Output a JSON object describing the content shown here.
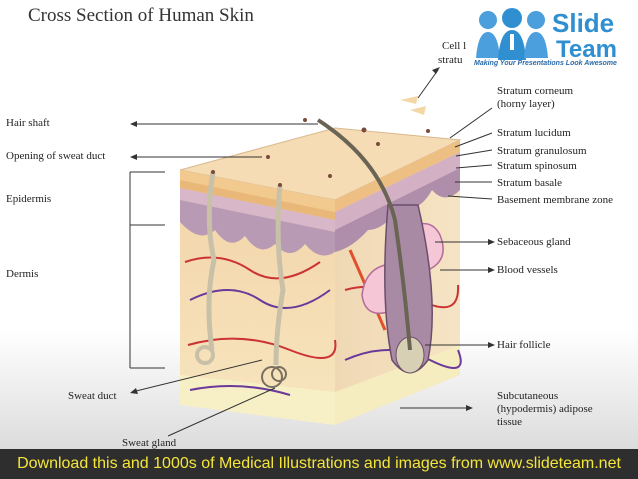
{
  "title": "Cross Section of Human Skin",
  "logo": {
    "line1": "Slide",
    "line2": "Team",
    "tagline": "Making Your Presentations Look Awesome"
  },
  "labels_left": {
    "hair_shaft": "Hair shaft",
    "sweat_duct_opening": "Opening of sweat duct",
    "epidermis": "Epidermis",
    "dermis": "Dermis",
    "sweat_duct": "Sweat duct",
    "sweat_gland": "Sweat gland"
  },
  "labels_right": {
    "cell_line1": "Cell l",
    "cell_line2": "stratu",
    "stratum_corneum_1": "Stratum corneum",
    "stratum_corneum_2": "(horny layer)",
    "stratum_lucidum": "Stratum lucidum",
    "stratum_granulosum": "Stratum granulosum",
    "stratum_spinosum": "Stratum spinosum",
    "stratum_basale": "Stratum basale",
    "basement_membrane": "Basement membrane zone",
    "sebaceous_gland": "Sebaceous gland",
    "blood_vessels": "Blood vessels",
    "hair_follicle": "Hair follicle",
    "subcutaneous_1": "Subcutaneous",
    "subcutaneous_2": "(hypodermis) adipose",
    "subcutaneous_3": "tissue"
  },
  "banner": "Download this and 1000s of Medical Illustrations and images from www.slideteam.net",
  "colors": {
    "banner_bg": "#2e2e2e",
    "banner_text": "#f5e63b",
    "brand_blue": "#2f8fd1"
  }
}
